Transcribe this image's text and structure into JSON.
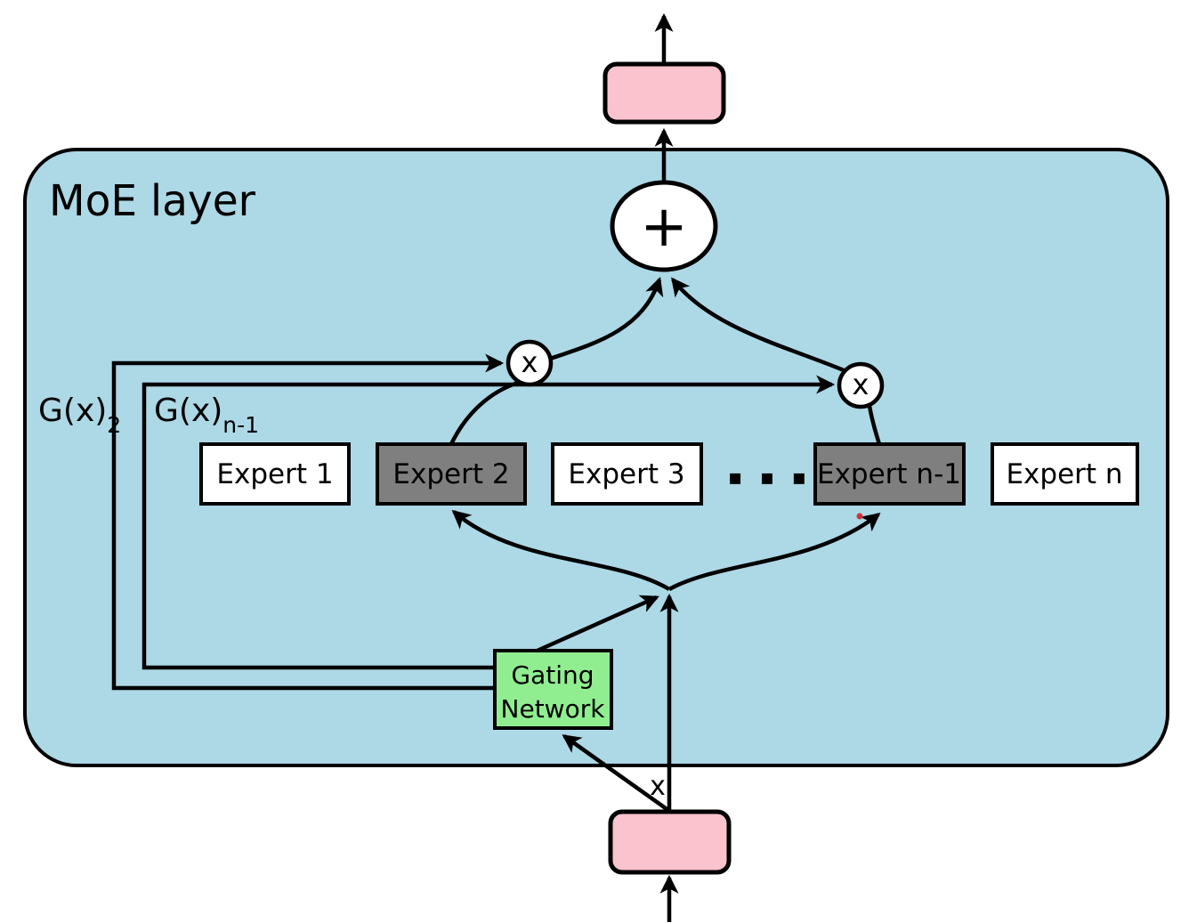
{
  "diagram": {
    "title": "MoE layer",
    "gate_label_2": {
      "base": "G(x)",
      "sub": "2"
    },
    "gate_label_n1": {
      "base": "G(x)",
      "sub": "n-1"
    },
    "experts": [
      {
        "label": "Expert 1",
        "selected": false
      },
      {
        "label": "Expert 2",
        "selected": true
      },
      {
        "label": "Expert 3",
        "selected": false
      },
      {
        "label": "Expert n-1",
        "selected": true
      },
      {
        "label": "Expert n",
        "selected": false
      }
    ],
    "ellipsis": "▪ ▪ ▪",
    "gating_network": {
      "line1": "Gating",
      "line2": "Network"
    },
    "sum_operator": "+",
    "multiply_operator": "x",
    "input_label": "x",
    "colors": {
      "container_fill": "#ADD8E6",
      "io_block_fill": "#FBC3CD",
      "expert_selected_fill": "#7F7F7F",
      "expert_unselected_fill": "#FFFFFF",
      "gating_fill": "#90EE90",
      "node_fill": "#FFFFFF",
      "stray_dot": "#CC3333"
    }
  }
}
